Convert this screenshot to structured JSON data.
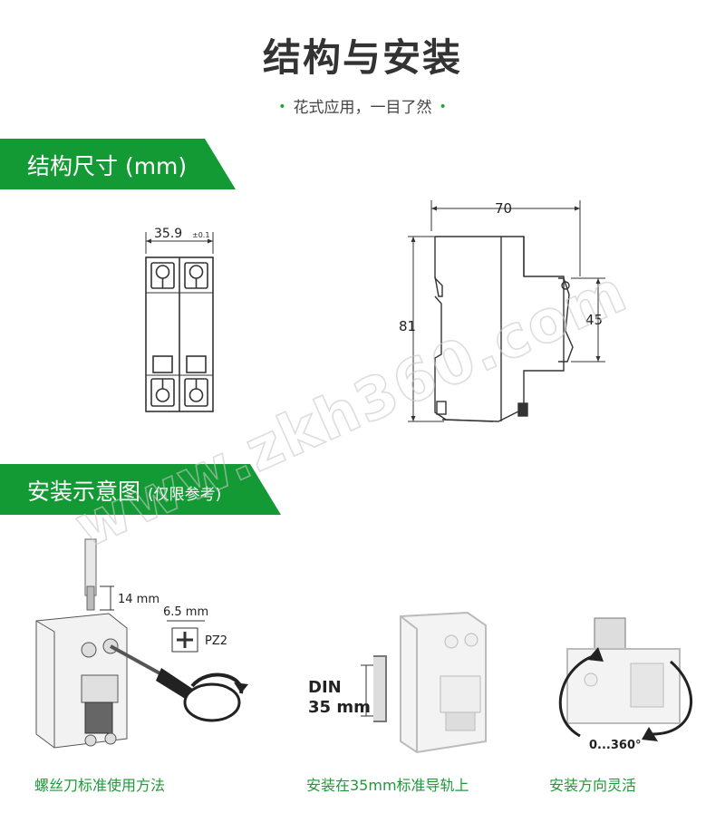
{
  "header": {
    "title": "结构与安装",
    "subtitle": "花式应用，一目了然",
    "bullet": "•"
  },
  "section_structure": {
    "label": "结构尺寸 (mm)"
  },
  "front_view": {
    "width_value": "35.9",
    "tolerance": "±0.1"
  },
  "side_view": {
    "width_value": "70",
    "height_value": "81",
    "rail_value": "45"
  },
  "section_install": {
    "label": "安装示意图",
    "note": "(仅限参考)"
  },
  "screwdriver": {
    "depth": "14 mm",
    "bit_size": "6.5 mm",
    "bit_type": "PZ2",
    "caption": "螺丝刀标准使用方法"
  },
  "din_rail": {
    "line1": "DIN",
    "line2": "35 mm",
    "caption": "安装在35mm标准导轨上"
  },
  "orientation": {
    "range": "0...360°",
    "caption": "安装方向灵活"
  },
  "watermark": {
    "text": "www.zkh360.com"
  },
  "colors": {
    "brand_green": "#149a35",
    "caption_green": "#1e9a3a",
    "text_dark": "#333333"
  }
}
